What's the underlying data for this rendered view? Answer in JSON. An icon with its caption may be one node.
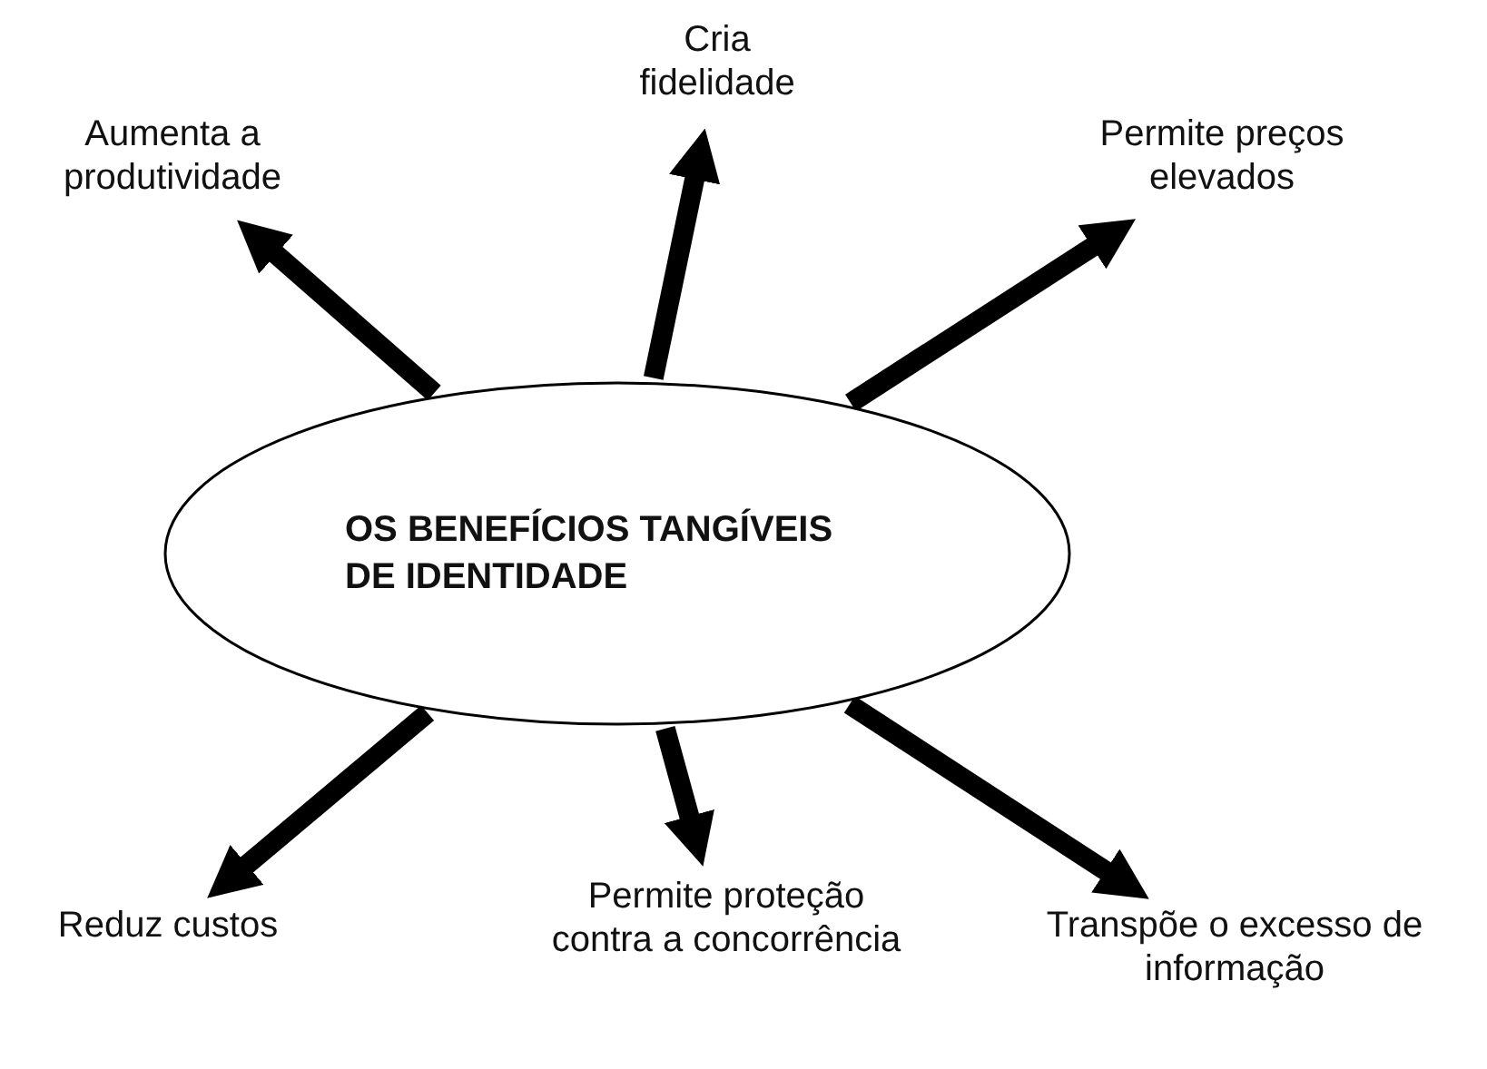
{
  "diagram": {
    "nodes": [
      {
        "text": [
          "Cria fidelidade"
        ]
      },
      {
        "text": [
          "Aumenta a produtividade"
        ]
      },
      {
        "text": [
          "Permite preços elevados"
        ]
      },
      {
        "text": [
          "OS BENEFÍCIOS TANGÍVEIS DE IDENTIDADE"
        ]
      },
      {
        "text": [
          "Reduz custos"
        ]
      },
      {
        "text": [
          "Permite proteção contra a concorrência"
        ]
      },
      {
        "text": [
          "Transpõe o excesso de informação"
        ]
      }
    ],
    "edges": [
      {
        "from": 3,
        "to": 0,
        "arrow": "to"
      },
      {
        "from": 3,
        "to": 1,
        "arrow": "to"
      },
      {
        "from": 3,
        "to": 2,
        "arrow": "to"
      },
      {
        "from": 3,
        "to": 4,
        "arrow": "to"
      },
      {
        "from": 3,
        "to": 5,
        "arrow": "to"
      },
      {
        "from": 3,
        "to": 6,
        "arrow": "to"
      }
    ]
  }
}
